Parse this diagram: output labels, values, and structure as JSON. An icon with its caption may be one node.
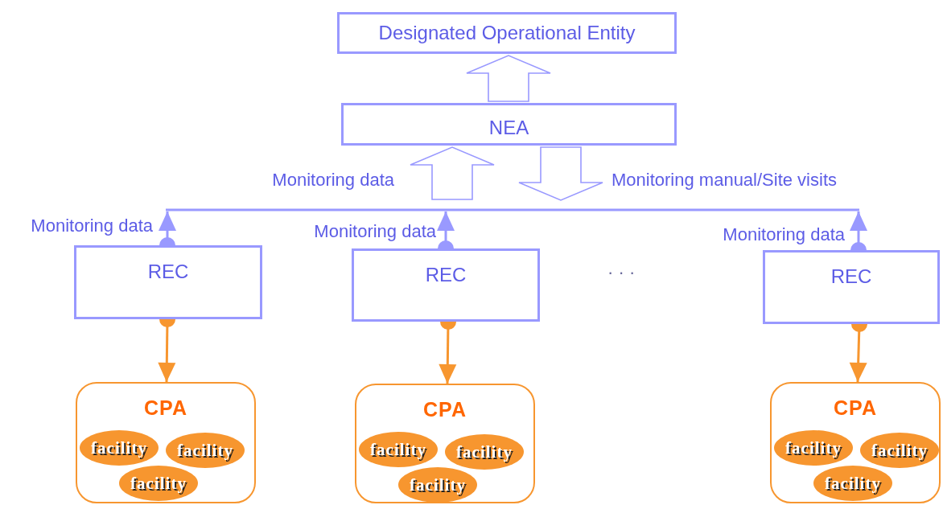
{
  "diagram": {
    "nodes": [
      {
        "text": [
          "Designated Operational Entity"
        ]
      },
      {
        "text": [
          "NEA"
        ]
      },
      {
        "text": [
          "REC"
        ]
      },
      {
        "text": [
          "REC"
        ]
      },
      {
        "text": [
          "REC"
        ]
      },
      {
        "text": [
          "CPA"
        ]
      },
      {
        "text": [
          "facility"
        ],
        "in": 5
      },
      {
        "text": [
          "facility"
        ],
        "in": 5
      },
      {
        "text": [
          "facility"
        ],
        "in": 5
      },
      {
        "text": [
          "CPA"
        ]
      },
      {
        "text": [
          "facility"
        ],
        "in": 9
      },
      {
        "text": [
          "facility"
        ],
        "in": 9
      },
      {
        "text": [
          "facility"
        ],
        "in": 9
      },
      {
        "text": [
          "CPA"
        ]
      },
      {
        "text": [
          "facility"
        ],
        "in": 13
      },
      {
        "text": [
          "facility"
        ],
        "in": 13
      },
      {
        "text": [
          "facility"
        ],
        "in": 13
      }
    ],
    "edges": [
      {
        "from": 1,
        "to": 0,
        "arrow": "to"
      },
      {
        "from": null,
        "to": 1,
        "arrow": "to",
        "label": "Monitoring data"
      },
      {
        "from": 1,
        "to": null,
        "arrow": "to",
        "label": "Monitoring manual/Site visits"
      },
      {
        "from": 2,
        "to": null,
        "arrow": "to",
        "label": "Monitoring data"
      },
      {
        "from": 3,
        "to": null,
        "arrow": "to",
        "label": "Monitoring data"
      },
      {
        "from": 4,
        "to": null,
        "arrow": "to",
        "label": "Monitoring data"
      },
      {
        "from": 2,
        "to": 5,
        "arrow": "to",
        "color": "#f7962f"
      },
      {
        "from": 3,
        "to": 9,
        "arrow": "to",
        "color": "#f7962f"
      },
      {
        "from": 4,
        "to": 13,
        "arrow": "to",
        "color": "#f7962f"
      }
    ],
    "labels": [
      "· · ·"
    ]
  }
}
